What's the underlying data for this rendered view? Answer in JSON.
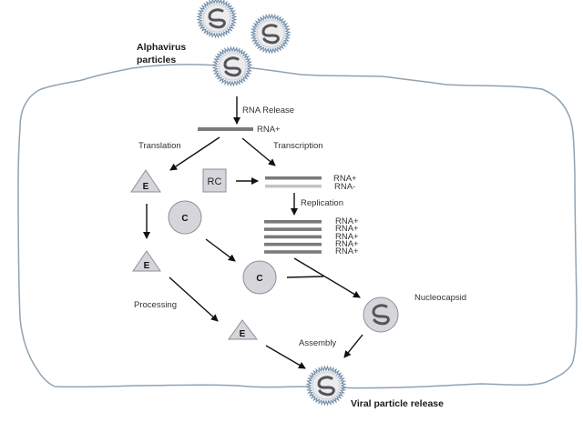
{
  "diagram": {
    "title_labels": {
      "alphavirus_line1": "Alphavirus",
      "alphavirus_line2": "particles",
      "viral_release": "Viral particle release"
    },
    "steps": {
      "rna_release": "RNA Release",
      "translation": "Translation",
      "transcription": "Transcription",
      "replication": "Replication",
      "processing": "Processing",
      "assembly": "Assembly",
      "nucleocapsid": "Nucleocapsid"
    },
    "rna_labels": {
      "genome": "RNA+",
      "pair_plus": "RNA+",
      "pair_minus": "RNA-",
      "replicated": [
        "RNA+",
        "RNA+",
        "RNA+",
        "RNA+",
        "RNA+"
      ]
    },
    "proteins": {
      "envelope": "E",
      "capsid": "C",
      "replication_complex": "RC"
    },
    "colors": {
      "membrane": "#8fa3b3",
      "spike": "#6d8aa6",
      "shape_fill": "#d6d6da",
      "shape_stroke": "#8a8f99",
      "rna_dark": "#7a7a7a",
      "rna_light": "#c4c4c4",
      "arrow": "#111111",
      "genome_squiggle": "#555555"
    }
  }
}
